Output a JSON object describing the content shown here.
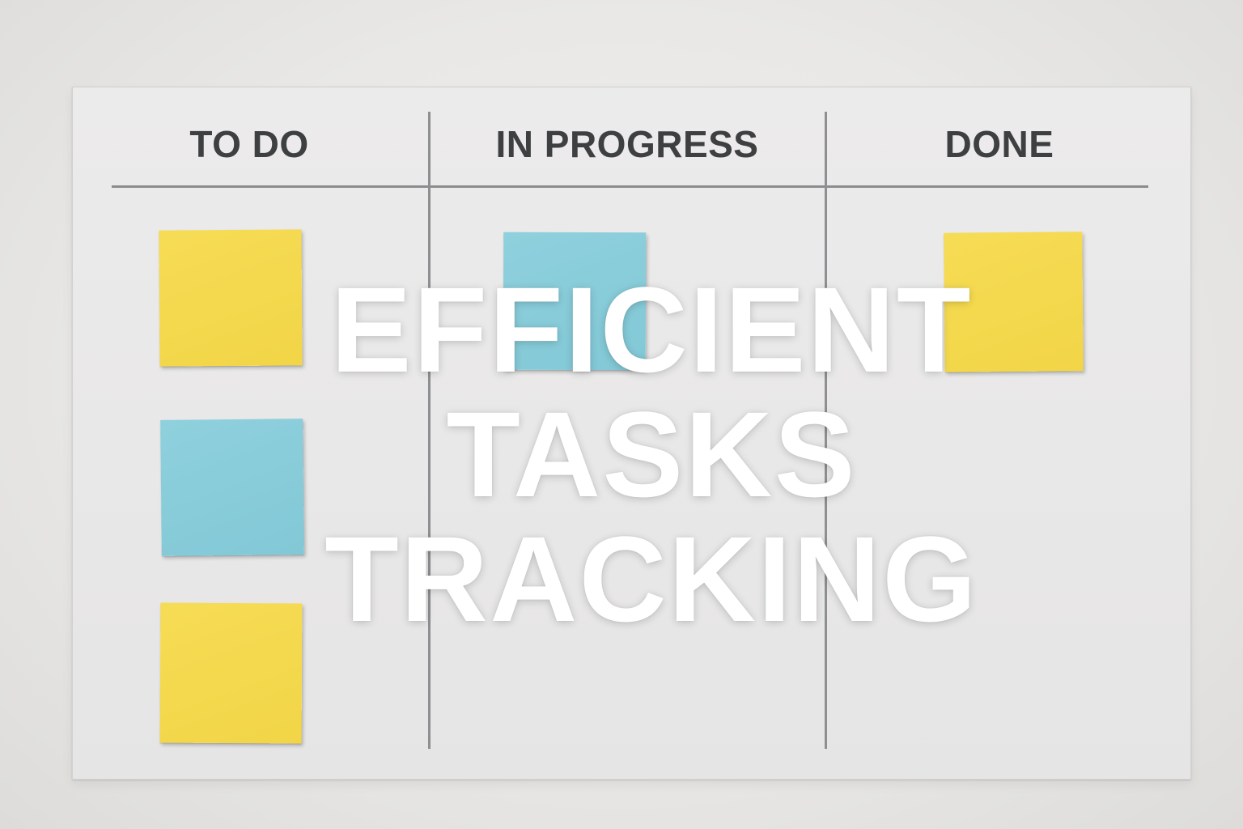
{
  "board": {
    "columns": [
      {
        "label": "TO DO"
      },
      {
        "label": "IN PROGRESS"
      },
      {
        "label": "DONE"
      }
    ]
  },
  "notes": [
    {
      "column": "TO DO",
      "color": "#f4d94e"
    },
    {
      "column": "TO DO",
      "color": "#88ccd9"
    },
    {
      "column": "TO DO",
      "color": "#f4d94e"
    },
    {
      "column": "IN PROGRESS",
      "color": "#88ccd9"
    },
    {
      "column": "DONE",
      "color": "#f4d94e"
    }
  ],
  "overlay": {
    "lines": [
      "EFFICIENT",
      "TASKS",
      "TRACKING"
    ]
  },
  "colors": {
    "yellow_note": "#f4d94e",
    "blue_note": "#88ccd9",
    "header_text": "#3d3f41",
    "overlay_text": "#ffffff"
  }
}
